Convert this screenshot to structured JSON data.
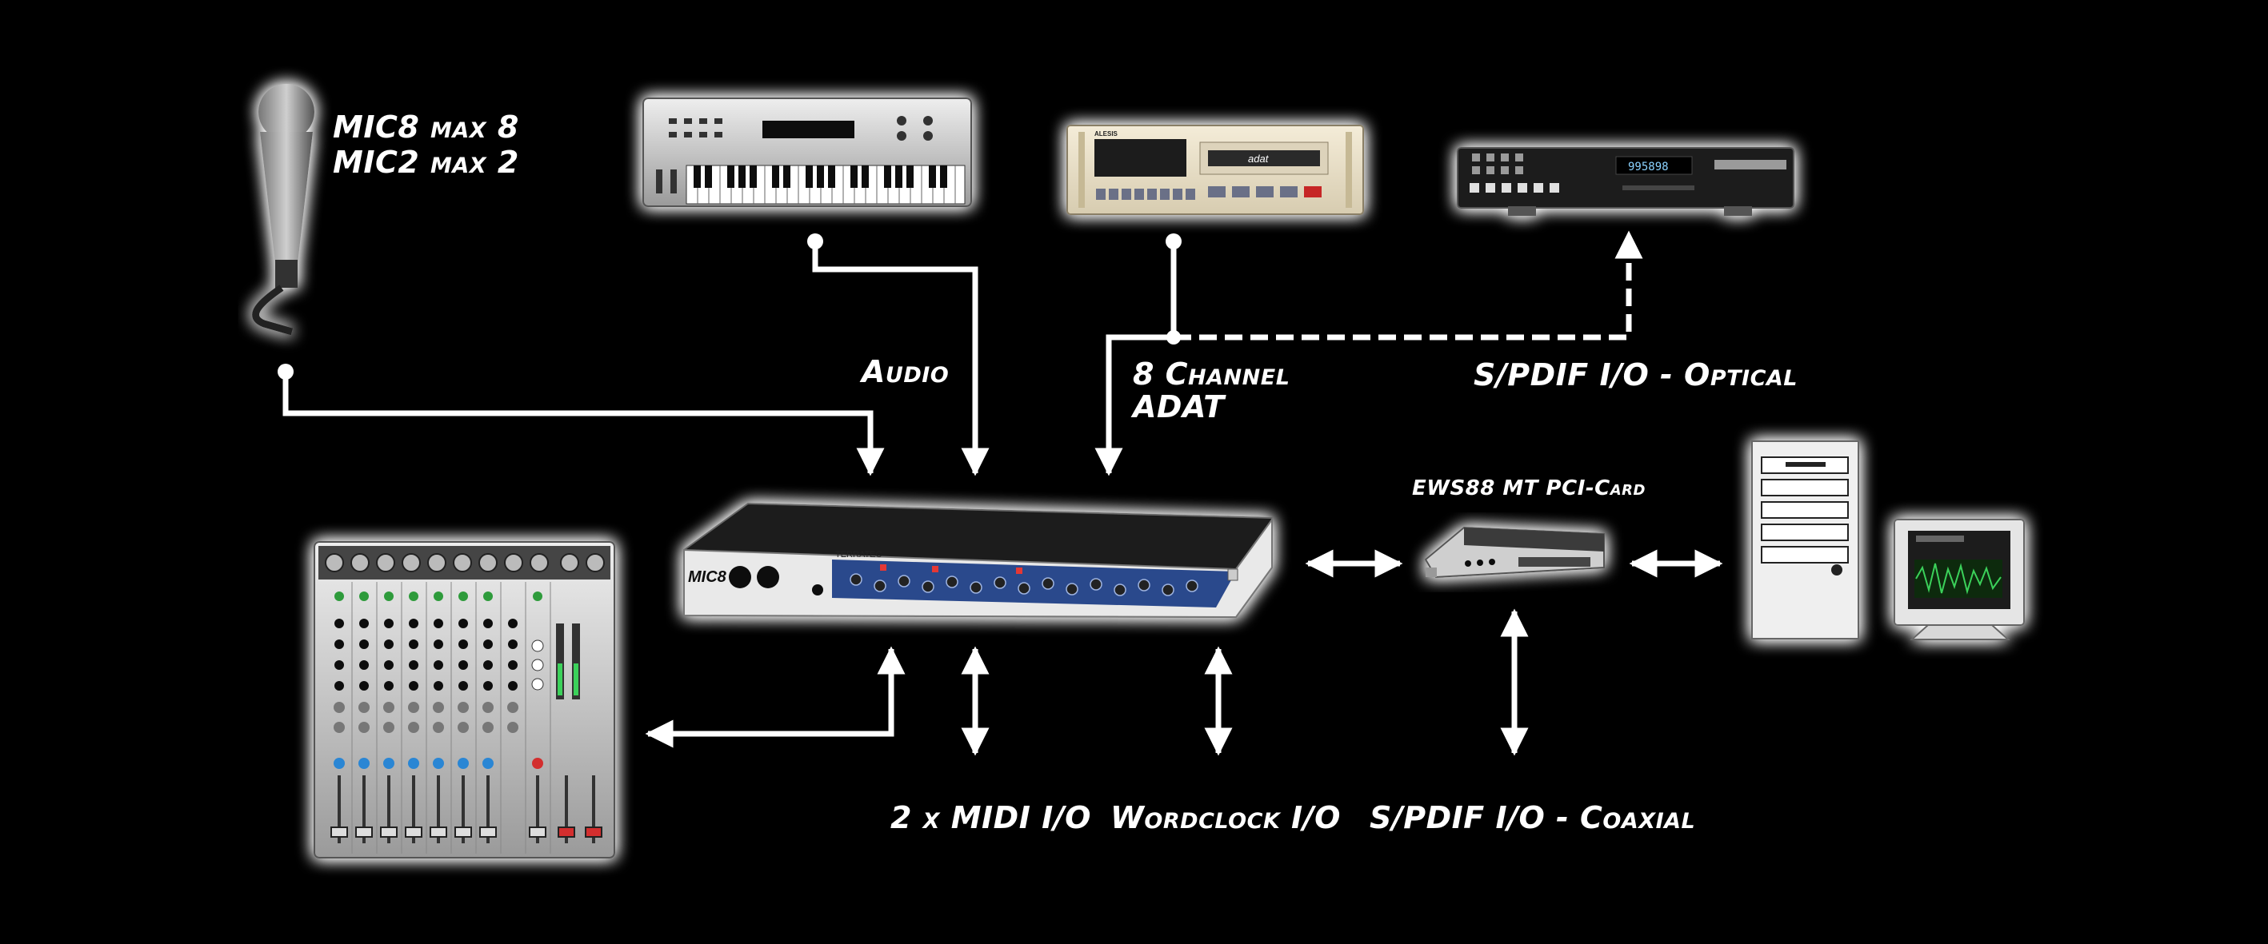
{
  "labels": {
    "mic_line1": "MIC8 max 8",
    "mic_line2": "MIC2 max 2",
    "audio": "Audio",
    "adat_line1": "8 Channel",
    "adat_line2": "ADAT",
    "spdif_optical": "S/PDIF I/O - Optical",
    "pci_card": "EWS88 MT PCI-Card",
    "midi": "2 x MIDI I/O",
    "wordclock": "Wordclock I/O",
    "spdif_coaxial": "S/PDIF I/O - Coaxial"
  },
  "devices": {
    "mic8_brand": "TERRATEC",
    "mic8_model": "MIC8",
    "adat_brand": "ALESIS",
    "adat_logo": "adat",
    "dat_display": "995898"
  },
  "colors": {
    "background": "#000000",
    "line": "#ffffff",
    "glow": "#ffffff",
    "mixer_body": "#bdbdbd",
    "mic8_panel_blue": "#2c4a8c"
  }
}
